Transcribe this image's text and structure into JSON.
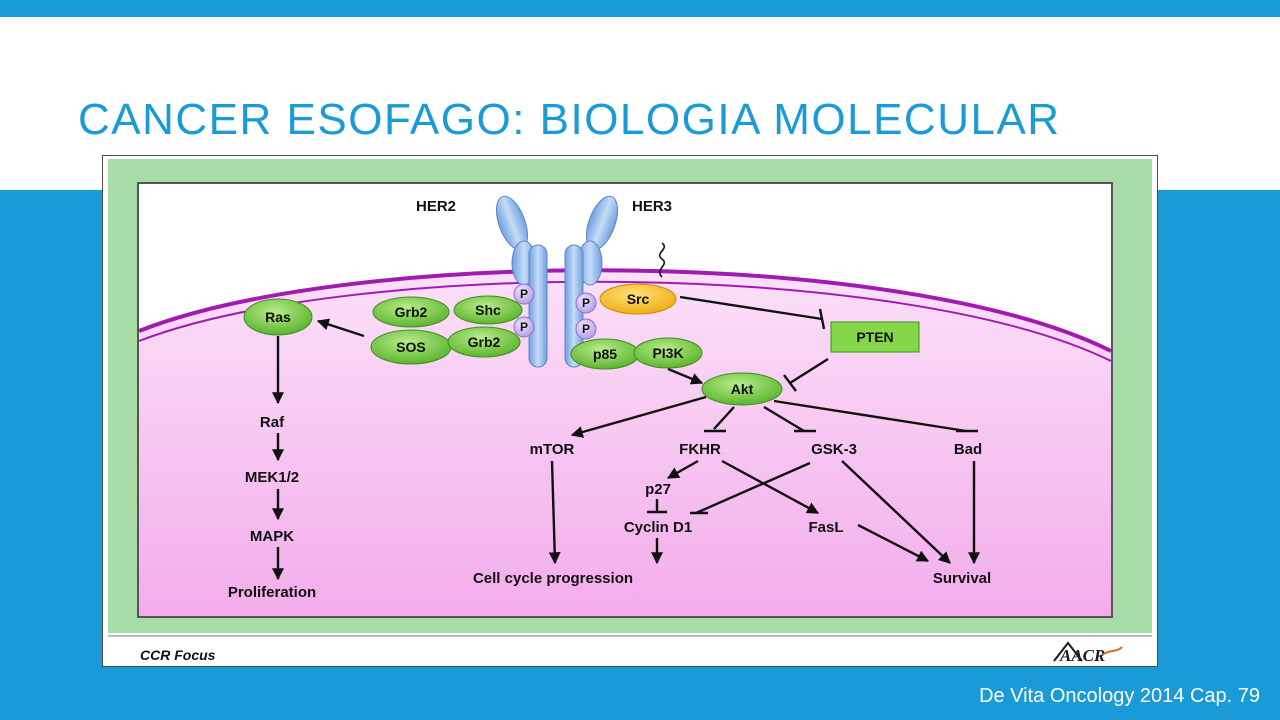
{
  "slide": {
    "title": "CANCER ESOFAGO: BIOLOGIA MOLECULAR",
    "citation": "De Vita Oncology 2014 Cap. 79"
  },
  "diagram": {
    "receptors": {
      "her2": "HER2",
      "her3": "HER3"
    },
    "phospho": "P",
    "nodes": {
      "grb2_top": "Grb2",
      "shc": "Shc",
      "sos": "SOS",
      "grb2_bottom": "Grb2",
      "src": "Src",
      "p85": "p85",
      "pi3k": "PI3K",
      "pten": "PTEN",
      "akt": "Akt",
      "ras": "Ras",
      "raf": "Raf",
      "mek": "MEK1/2",
      "mapk": "MAPK",
      "proliferation": "Proliferation",
      "mtor": "mTOR",
      "fkhr": "FKHR",
      "gsk3": "GSK-3",
      "bad": "Bad",
      "p27": "p27",
      "cyclin_d1": "Cyclin D1",
      "fasl": "FasL",
      "cell_cycle": "Cell cycle progression",
      "survival": "Survival"
    },
    "footer": {
      "journal": "CCR Focus",
      "logo": "AACR"
    },
    "colors": {
      "green_node": "#6fc43a",
      "pten_box": "#86d64a",
      "src_node": "#f4b820",
      "receptor": "#8fb9e9",
      "phospho_circle": "#c9b6ec",
      "membrane": "#a21bb1",
      "cytoplasm": "#f6b8f0",
      "frame_green": "#a8dca8"
    }
  }
}
